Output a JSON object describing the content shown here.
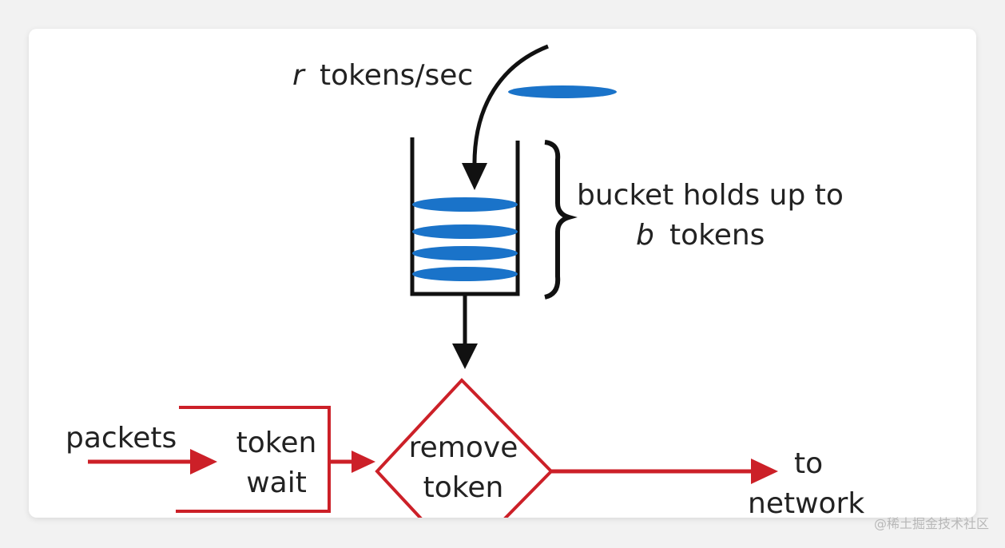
{
  "diagram": {
    "rate_var": "r",
    "rate_text": "tokens/sec",
    "bucket_line1": "bucket holds up to",
    "bucket_var": "b",
    "bucket_line2": "tokens",
    "packets_label": "packets",
    "wait_line1": "token",
    "wait_line2": "wait",
    "remove_line1": "remove",
    "remove_line2": "token",
    "out_line1": "to",
    "out_line2": "network"
  },
  "colors": {
    "token": "#1a73c9",
    "flow_red": "#cc2028",
    "ink": "#111111"
  },
  "watermark": "@稀土掘金技术社区"
}
